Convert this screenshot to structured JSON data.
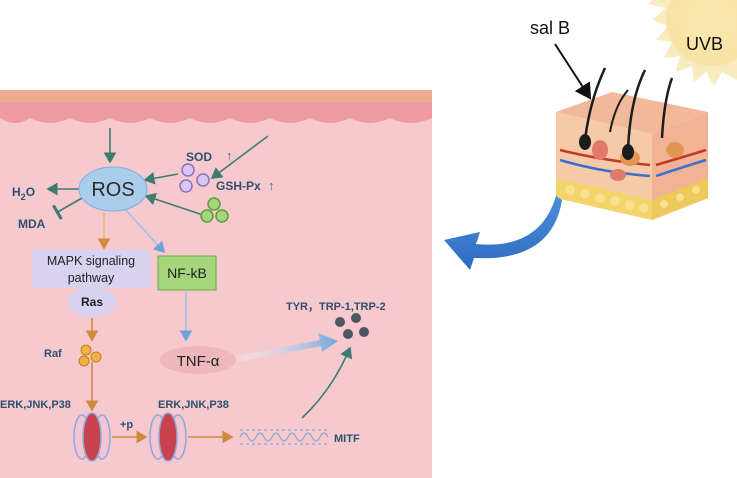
{
  "top_labels": {
    "stimulus": "sal B",
    "radiation": "UVB"
  },
  "ros_panel": {
    "ros": "ROS",
    "h2o_main": "H",
    "h2o_sub": "2",
    "h2o_tail": "O",
    "mda": "MDA",
    "sod": "SOD",
    "gsh": "GSH-Px",
    "mapk_line1": "MAPK signaling",
    "mapk_line2": "pathway",
    "ras": "Ras",
    "nfkb": "NF-kB",
    "tnf": "TNF-α",
    "raf": "Raf",
    "erk_left": "ERK,JNK,P38",
    "erk_right": "ERK,JNK,P38",
    "phospho": "+p",
    "mitf": "MITF",
    "enzymes": "TYR，TRP-1,TRP-2"
  },
  "colors": {
    "tissue": "#f6c9cf",
    "tissue_top": "#ef9aa1",
    "ros_fill": "#a9cdea",
    "mapk_fill": "#d9d2f0",
    "nfkb_fill": "#a6d67c",
    "tnf_fill": "#eeb6bd",
    "teal_arrow": "#3d7d70",
    "orange_arrow": "#d08a3c",
    "blue_arrow": "#6fa3d8",
    "dark_text": "#222222"
  }
}
